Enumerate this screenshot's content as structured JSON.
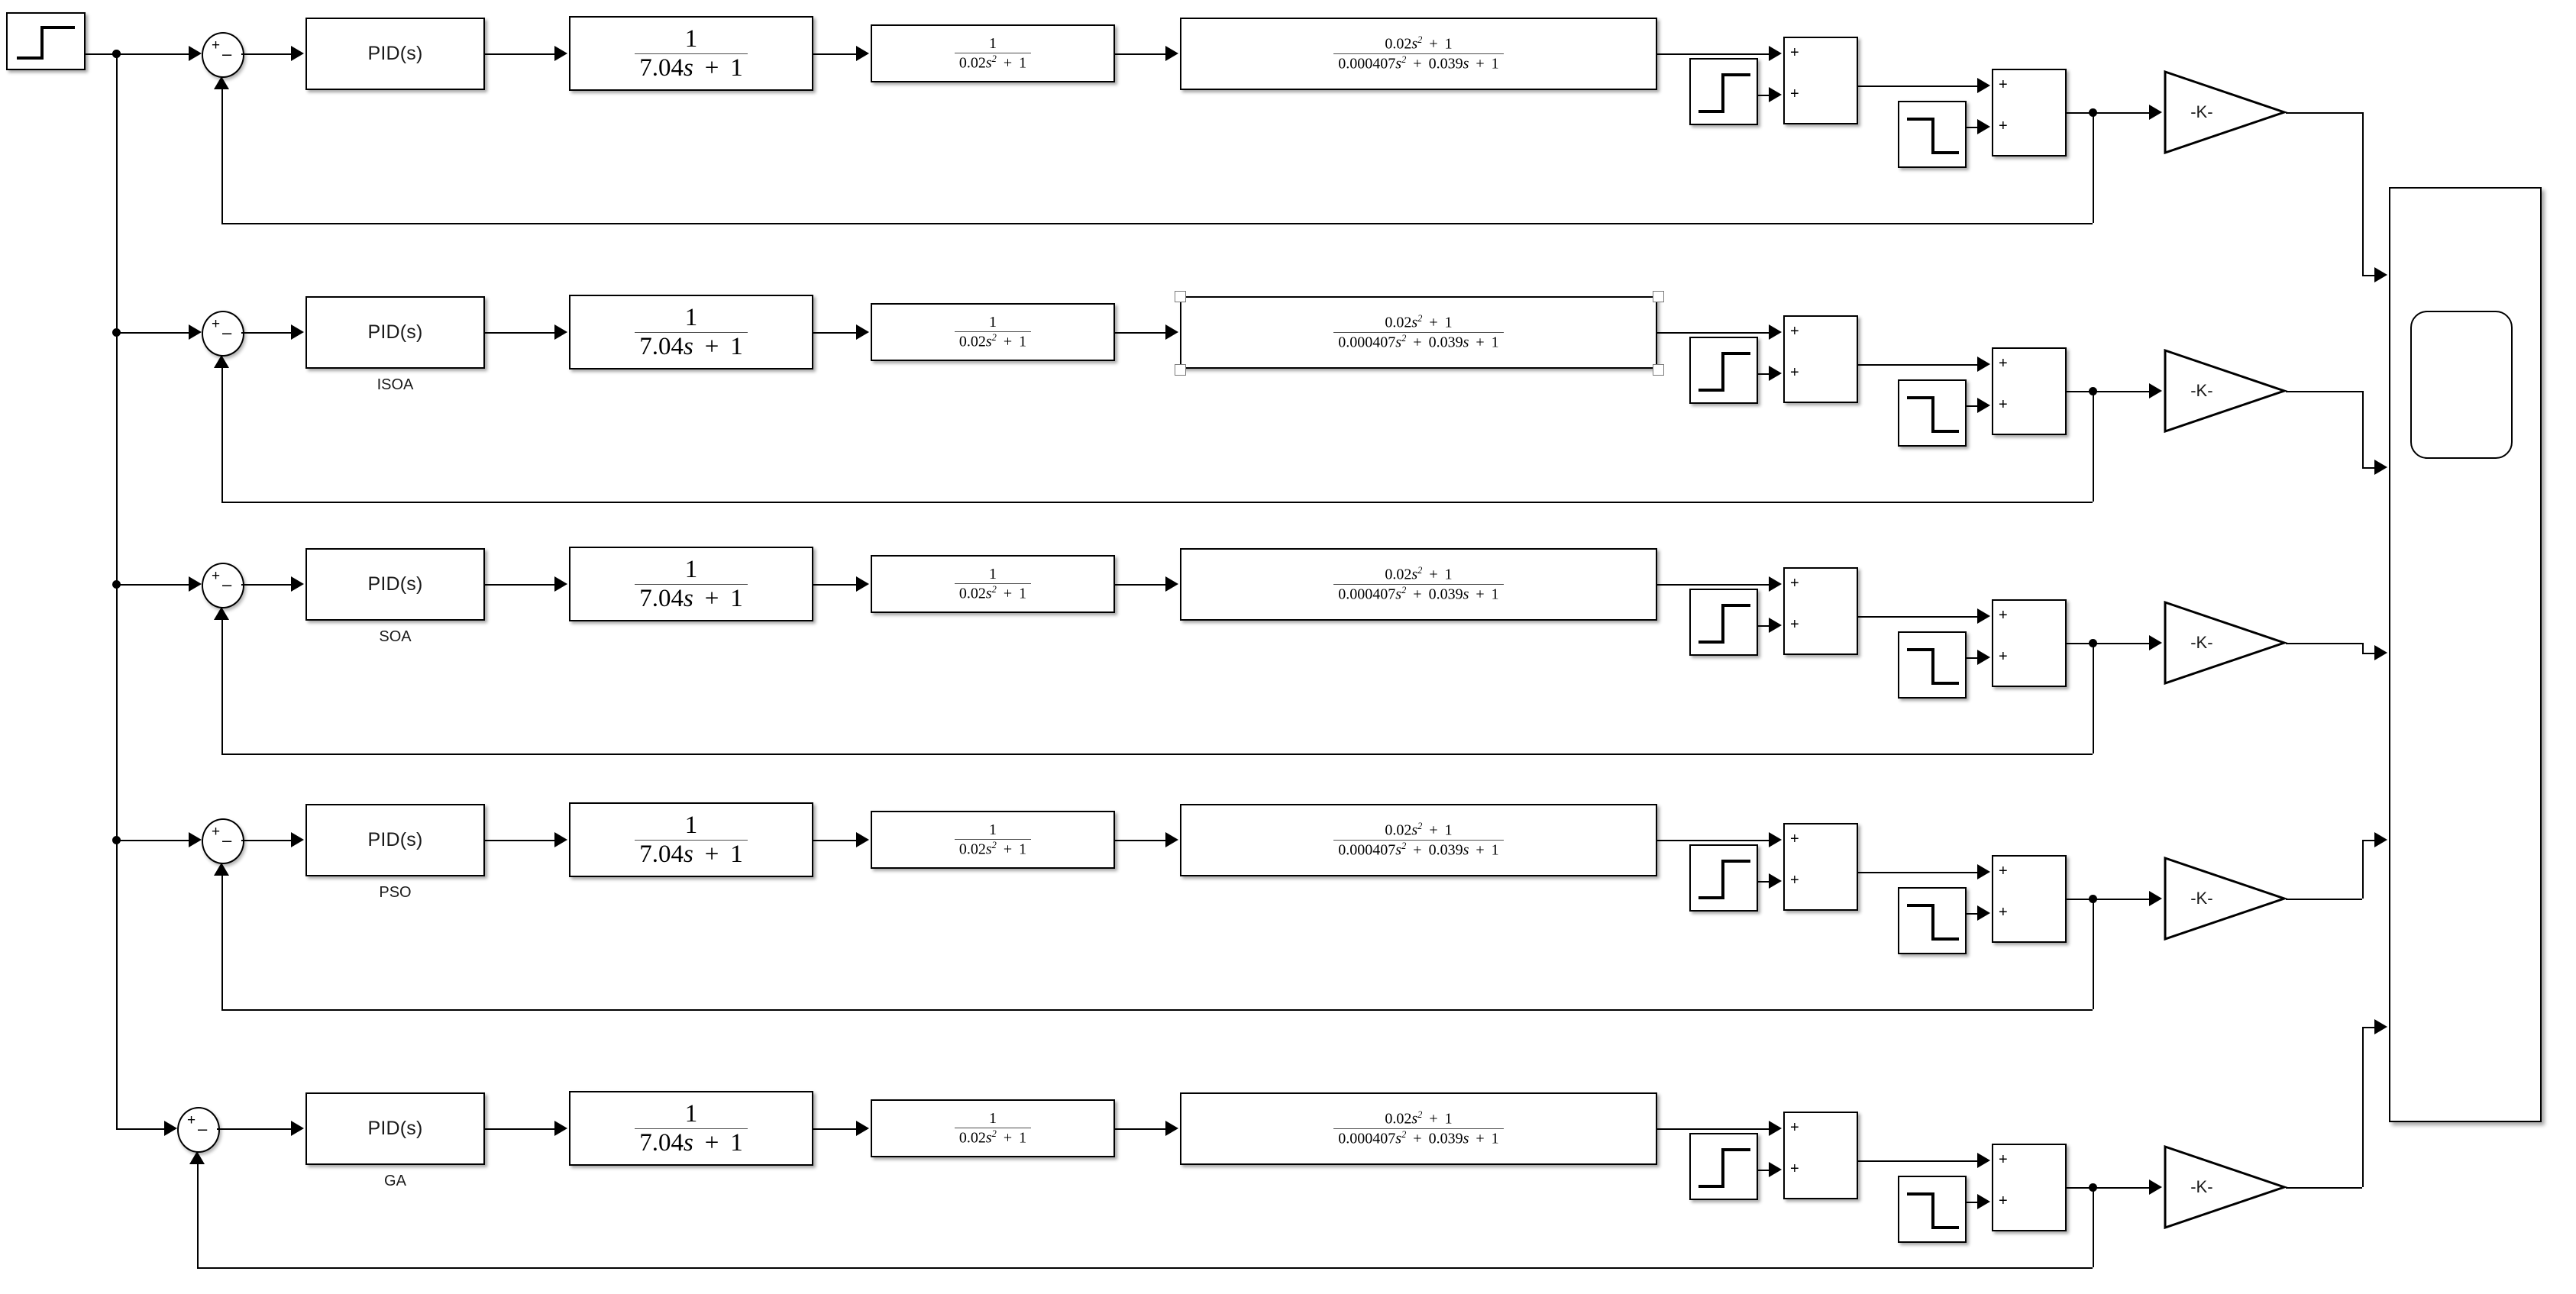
{
  "diagram": {
    "title": "Simulink PID control comparison block diagram",
    "source_block": {
      "name": "step-input",
      "icon": "step-icon"
    },
    "scope": {
      "name": "scope",
      "icon": "scope-icon",
      "input_ports": 5
    },
    "gain_label": "-K-",
    "sum_circle_signs": {
      "plus": "+",
      "minus": "–"
    },
    "sum_rect_signs": [
      "+",
      "+"
    ],
    "rows": [
      {
        "caption": "",
        "controller": "PID(s)",
        "tf1": {
          "num": "1",
          "den": "7.04s + 1"
        },
        "tf2": {
          "num": "1",
          "den": "0.02s² + 1"
        },
        "tf3": {
          "num": "0.02s² + 1",
          "den": "0.000407s² + 0.039s + 1"
        },
        "disturbance_up": "step-up-icon",
        "disturbance_down": "step-down-icon",
        "gain": "-K-",
        "tf3_selected": false
      },
      {
        "caption": "ISOA",
        "controller": "PID(s)",
        "tf1": {
          "num": "1",
          "den": "7.04s + 1"
        },
        "tf2": {
          "num": "1",
          "den": "0.02s² + 1"
        },
        "tf3": {
          "num": "0.02s² + 1",
          "den": "0.000407s² + 0.039s + 1"
        },
        "disturbance_up": "step-up-icon",
        "disturbance_down": "step-down-icon",
        "gain": "-K-",
        "tf3_selected": true
      },
      {
        "caption": "SOA",
        "controller": "PID(s)",
        "tf1": {
          "num": "1",
          "den": "7.04s + 1"
        },
        "tf2": {
          "num": "1",
          "den": "0.02s² + 1"
        },
        "tf3": {
          "num": "0.02s² + 1",
          "den": "0.000407s² + 0.039s + 1"
        },
        "disturbance_up": "step-up-icon",
        "disturbance_down": "step-down-icon",
        "gain": "-K-",
        "tf3_selected": false
      },
      {
        "caption": "PSO",
        "controller": "PID(s)",
        "tf1": {
          "num": "1",
          "den": "7.04s + 1"
        },
        "tf2": {
          "num": "1",
          "den": "0.02s² + 1"
        },
        "tf3": {
          "num": "0.02s² + 1",
          "den": "0.000407s² + 0.039s + 1"
        },
        "disturbance_up": "step-up-icon",
        "disturbance_down": "step-down-icon",
        "gain": "-K-",
        "tf3_selected": false
      },
      {
        "caption": "GA",
        "controller": "PID(s)",
        "tf1": {
          "num": "1",
          "den": "7.04s + 1"
        },
        "tf2": {
          "num": "1",
          "den": "0.02s² + 1"
        },
        "tf3": {
          "num": "0.02s² + 1",
          "den": "0.000407s² + 0.039s + 1"
        },
        "disturbance_up": "step-up-icon",
        "disturbance_down": "step-down-icon",
        "gain": "-K-",
        "tf3_selected": false
      }
    ],
    "colors": {
      "line": "#000000",
      "block_border": "#000000",
      "background": "#ffffff",
      "fraction_bar": "#4d4d4d"
    }
  }
}
